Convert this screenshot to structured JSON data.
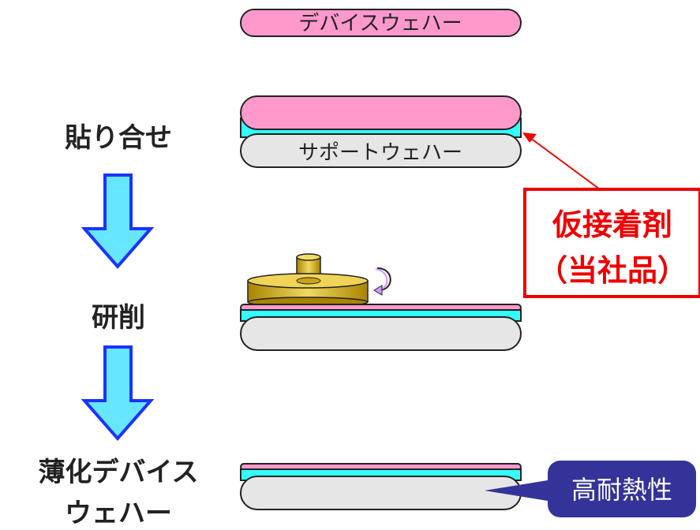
{
  "wafers": {
    "device": "デバイスウェハー",
    "support": "サポートウェハー"
  },
  "steps": {
    "bonding": "貼り合せ",
    "grinding": "研削",
    "thin_line1": "薄化デバイス",
    "thin_line2": "ウェハー"
  },
  "callouts": {
    "adhesive_line1": "仮接着剤",
    "adhesive_line2": "（当社品）",
    "heat": "高耐熱性"
  },
  "colors": {
    "device_wafer": "#ff99cc",
    "adhesive_layer": "#33ffff",
    "support_wafer": "#e6e6e6",
    "arrow_fill": "#66e6ff",
    "arrow_stroke": "#1a33ff",
    "highlight_red": "#ee0000",
    "badge_navy": "#333399",
    "grinder_gold": "#d4b020"
  },
  "icons": {
    "process_arrow": "down-arrow-icon",
    "rotation": "rotation-arrow-icon"
  }
}
